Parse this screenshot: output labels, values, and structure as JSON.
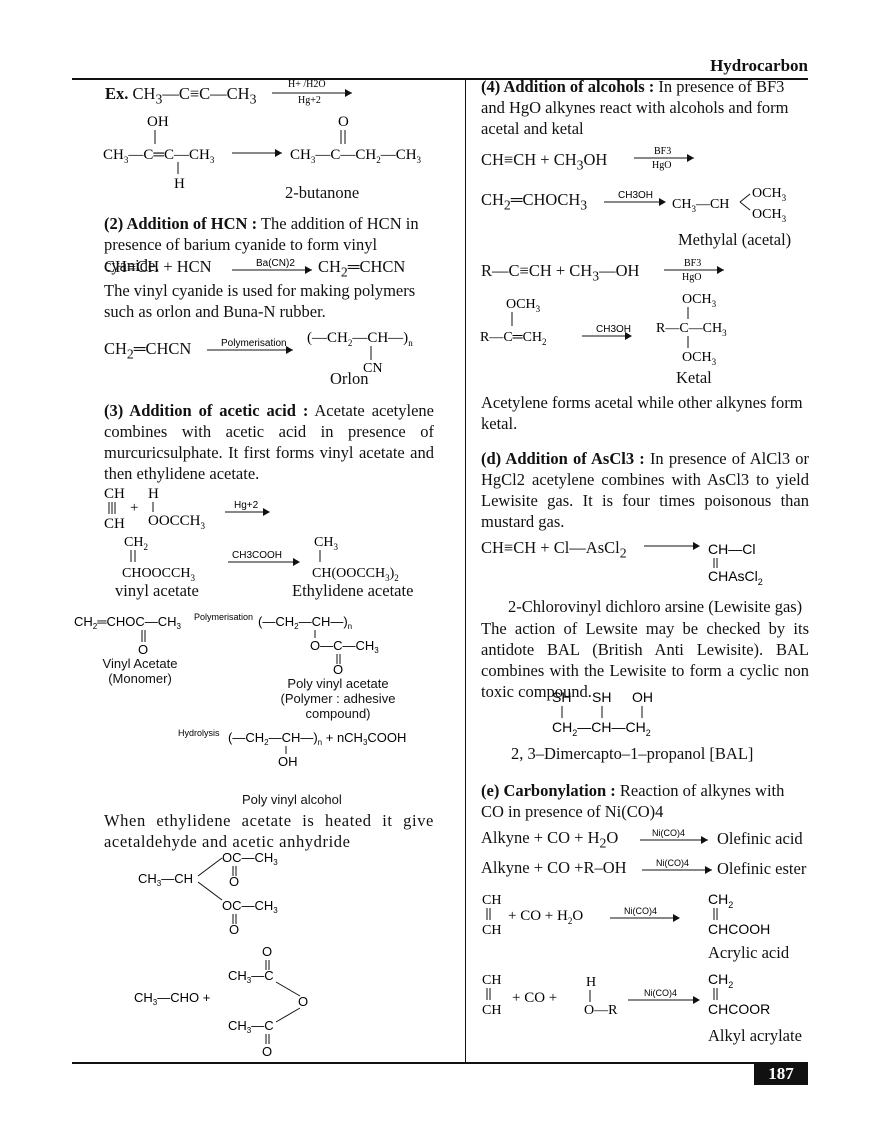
{
  "header": {
    "section": "Hydrocarbon",
    "page_number": "187"
  },
  "left": {
    "ex_label": "Ex.",
    "ex_reagent_top": "H+ /H2O",
    "ex_reagent_bottom": "Hg+2",
    "butanone_label": "2-butanone",
    "hcn_heading": "(2) Addition of HCN :",
    "hcn_text": "The addition of HCN in presence of barium cyanide to form vinyl cyanide.",
    "hcn_reagent": "Ba(CN)2",
    "hcn_use_text": "The vinyl cyanide is used for making polymers such as orlon and Buna-N rubber.",
    "polymerisation_label": "Polymerisation",
    "orlon_label": "Orlon",
    "acetic_heading": "(3) Addition of acetic acid :",
    "acetic_text": "Acetate acetylene combines with acetic acid in presence of murcuricsulphate. It first forms vinyl acetate and then ethylidene acetate.",
    "acetic_reagent1": "Hg+2",
    "acetic_reagent2": "CH3COOH",
    "vinyl_acetate_label": "vinyl acetate",
    "ethylidene_label": "Ethylidene acetate",
    "vinyl_acetate_monomer1": "Vinyl Acetate",
    "vinyl_acetate_monomer2": "(Monomer)",
    "pva_label1": "Poly vinyl acetate",
    "pva_label2": "(Polymer : adhesive compound)",
    "hydrolysis_label": "Hydrolysis",
    "pvalc_label": "Poly vinyl alcohol",
    "heated_text": "When ethylidene acetate is heated it give acetaldehyde and acetic anhydride"
  },
  "right": {
    "alcohols_heading": "(4) Addition of alcohols :",
    "alcohols_text": "In presence of BF3 and HgO alkynes react with alcohols and form acetal and ketal",
    "bf3": "BF3",
    "hgo": "HgO",
    "ch3oh": "CH3OH",
    "methylal_label": "Methylal (acetal)",
    "ketal_label": "Ketal",
    "acetal_text": "Acetylene forms acetal while other alkynes form ketal.",
    "ascl3_heading": "(d) Addition of AsCl3 :",
    "ascl3_text": "In presence of AlCl3 or HgCl2 acetylene combines with AsCl3 to yield Lewisite gas. It is four times poisonous than mustard gas.",
    "lewisite_label": "2-Chlorovinyl dichloro arsine (Lewisite gas)",
    "lewisite_text": "The action of Lewsite may be checked by its antidote BAL (British Anti Lewisite). BAL combines with the Lewisite to form a cyclic non toxic compound.",
    "bal_label": "2, 3–Dimercapto–1–propanol [BAL]",
    "carbonylation_heading": "(e) Carbonylation :",
    "carbonylation_text": "Reaction of alkynes with CO in presence of Ni(CO)4",
    "nico4": "Ni(CO)4",
    "olefinic_acid": "Olefinic acid",
    "olefinic_ester": "Olefinic ester",
    "acrylic_acid_label": "Acrylic acid",
    "alkyl_acrylate_label": "Alkyl acrylate"
  }
}
